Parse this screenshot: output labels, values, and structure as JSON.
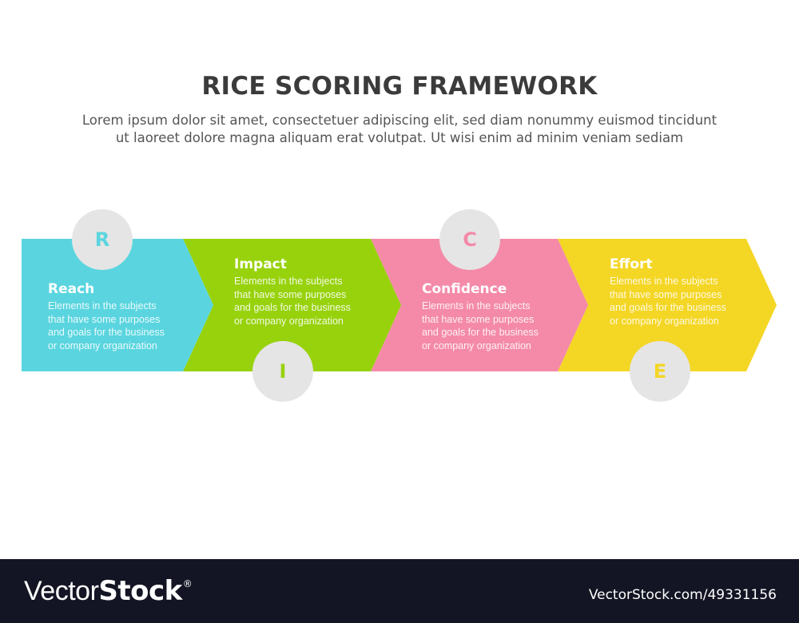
{
  "header": {
    "title": "RICE SCORING FRAMEWORK",
    "subtitle_lines": [
      "Lorem ipsum dolor sit amet, consectetuer adipiscing elit, sed diam nonummy euismod tincidunt",
      "ut laoreet dolore magna aliquam erat volutpat. Ut wisi enim ad minim veniam sediam"
    ]
  },
  "steps": [
    {
      "letter": "R",
      "title": "Reach",
      "color": "#5ad5df",
      "description_lines": [
        "Elements in the subjects",
        "that have some purposes",
        "and goals for the  business",
        "or company organization"
      ]
    },
    {
      "letter": "I",
      "title": "Impact",
      "color": "#97d20d",
      "description_lines": [
        "Elements in the subjects",
        "that have some purposes",
        "and goals for the  business",
        "or company organization"
      ]
    },
    {
      "letter": "C",
      "title": "Confidence",
      "color": "#f48aa8",
      "description_lines": [
        "Elements in the subjects",
        "that have some purposes",
        "and goals for the  business",
        "or company organization"
      ]
    },
    {
      "letter": "E",
      "title": "Effort",
      "color": "#f4d625",
      "description_lines": [
        "Elements in the subjects",
        "that have some purposes",
        "and goals for the  business",
        "or company organization"
      ]
    }
  ],
  "colors": {
    "circle_bg": "#e5e5e5",
    "title_text": "#3b3b3b",
    "subtitle_text": "#555555",
    "footer_bg": "#131524"
  },
  "footer": {
    "logo_light": "Vector",
    "logo_bold": "Stock",
    "logo_mark": "®",
    "url": "VectorStock.com/49331156"
  }
}
